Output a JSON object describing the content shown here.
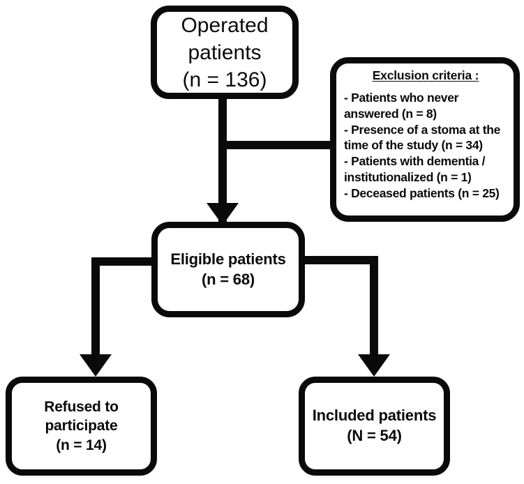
{
  "figure": {
    "type": "flowchart",
    "orientation": "top-down",
    "background_color": "#ffffff",
    "stroke_color": "#0a0a0a"
  },
  "nodes": {
    "operated": {
      "name": "Operated patients",
      "lines": [
        "Operated",
        "patients",
        "(n = 136)"
      ],
      "count": 136
    },
    "exclusion": {
      "title": "Exclusion criteria :",
      "items": [
        "- Patients who never",
        "answered (n = 8)",
        "- Presence of a stoma at the",
        "time of the study (n = 34)",
        "- Patients with dementia /",
        "institutionalized (n = 1)",
        "- Deceased patients (n = 25)"
      ],
      "criteria": [
        {
          "label": "Patients who never answered",
          "count": 8
        },
        {
          "label": "Presence of a stoma at the time of the study",
          "count": 34
        },
        {
          "label": "Patients with dementia / institutionalized",
          "count": 1
        },
        {
          "label": "Deceased patients",
          "count": 25
        }
      ]
    },
    "eligible": {
      "name": "Eligible patients",
      "lines": [
        "Eligible patients",
        "(n = 68)"
      ],
      "count": 68
    },
    "refused": {
      "name": "Refused to participate",
      "lines": [
        "Refused to",
        "participate",
        "(n = 14)"
      ],
      "count": 14
    },
    "included": {
      "name": "Included patients",
      "lines": [
        "Included patients",
        "(N = 54)"
      ],
      "count": 54
    }
  },
  "connectors": [
    {
      "from": "operated",
      "to": "eligible",
      "style": "arrow"
    },
    {
      "from": "operated",
      "to": "exclusion",
      "style": "line"
    },
    {
      "from": "eligible",
      "to": "refused",
      "style": "arrow"
    },
    {
      "from": "eligible",
      "to": "included",
      "style": "arrow"
    }
  ]
}
